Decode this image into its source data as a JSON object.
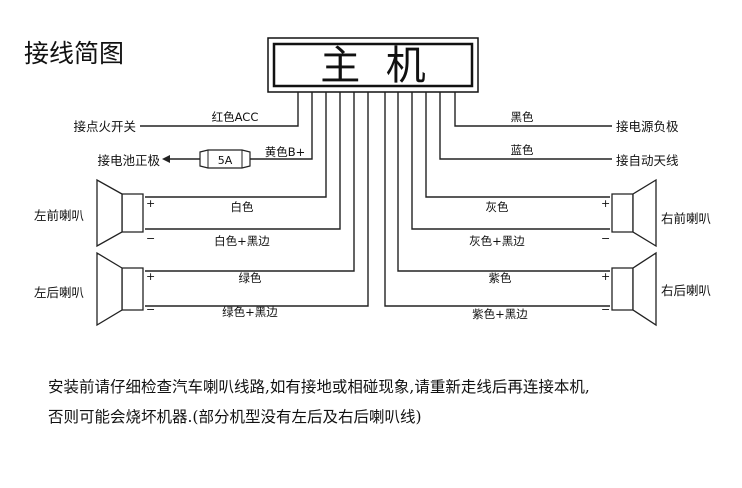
{
  "title": "接线简图",
  "head_unit": "主  机",
  "fuse": "5A",
  "wires": {
    "acc_color": "红色ACC",
    "acc_label": "接点火开关",
    "battery_color": "黄色B+",
    "battery_label": "接电池正极",
    "ground_color": "黑色",
    "ground_label": "接电源负极",
    "antenna_color": "蓝色",
    "antenna_label": "接自动天线"
  },
  "speakers": {
    "front_left": {
      "label": "左前喇叭",
      "pos_wire": "白色",
      "neg_wire": "白色+黑边"
    },
    "rear_left": {
      "label": "左后喇叭",
      "pos_wire": "绿色",
      "neg_wire": "绿色+黑边"
    },
    "front_right": {
      "label": "右前喇叭",
      "pos_wire": "灰色",
      "neg_wire": "灰色+黑边"
    },
    "rear_right": {
      "label": "右后喇叭",
      "pos_wire": "紫色",
      "neg_wire": "紫色+黑边"
    }
  },
  "terminals": {
    "plus": "+",
    "minus": "−"
  },
  "notes": {
    "line1": "安装前请仔细检查汽车喇叭线路,如有接地或相碰现象,请重新走线后再连接本机,",
    "line2": "否则可能会烧坏机器.(部分机型没有左后及右后喇叭线)"
  }
}
